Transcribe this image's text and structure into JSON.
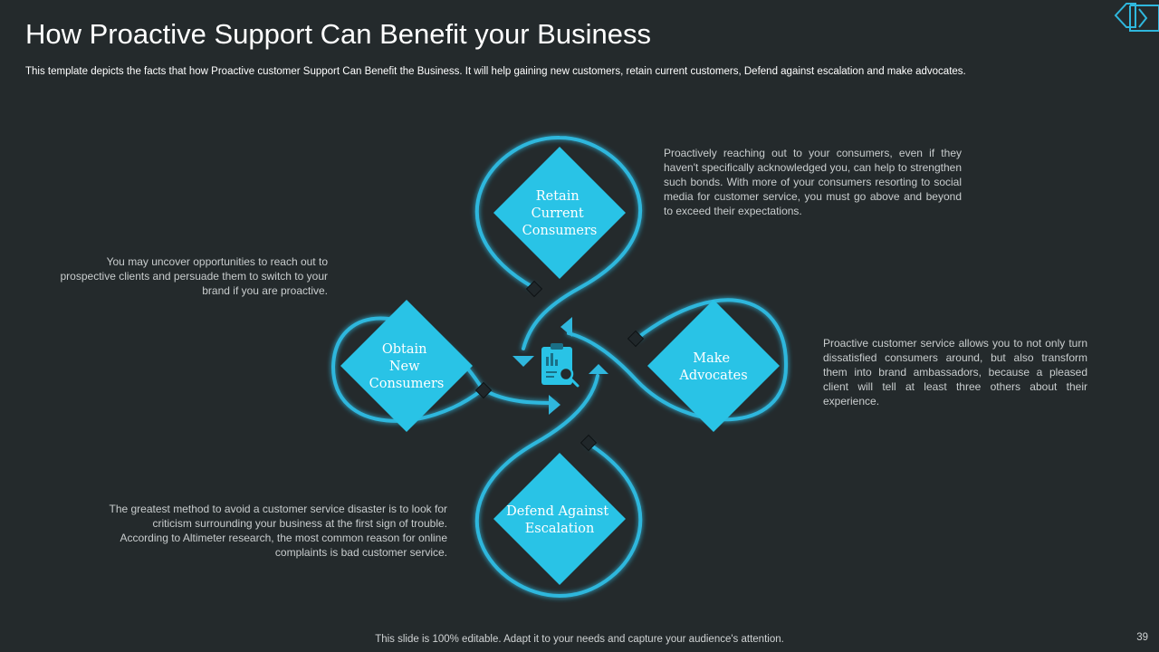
{
  "header": {
    "title": "How Proactive Support Can Benefit your Business",
    "subtitle": "This template depicts the facts that how Proactive customer Support Can Benefit the Business. It will help gaining new customers, retain current customers, Defend against escalation and make advocates."
  },
  "nodes": {
    "retain": {
      "lines": [
        "Retain",
        "Current",
        "Consumers"
      ],
      "desc": "Proactively reaching out to your consumers, even if they haven't specifically acknowledged you, can help to strengthen such bonds. With more of your consumers resorting to social media for customer service, you must go above and beyond to exceed their expectations."
    },
    "obtain": {
      "lines": [
        "Obtain",
        "New",
        "Consumers"
      ],
      "desc": "You may uncover opportunities to reach out to prospective clients and persuade them to switch to your brand if you are proactive."
    },
    "advocates": {
      "lines": [
        "Make",
        "Advocates"
      ],
      "desc": "Proactive customer service allows you to not only turn dissatisfied consumers around, but also transform them into brand ambassadors, because a pleased client will tell at least three others about their experience."
    },
    "defend": {
      "lines": [
        "Defend Against",
        "Escalation"
      ],
      "desc": "The greatest method to avoid a customer service disaster is to look for criticism surrounding your business at the first sign of trouble. According to Altimeter research, the most common reason for online complaints is bad customer service."
    }
  },
  "center_icon": "clipboard-analytics-icon",
  "colors": {
    "accent": "#29c3e6",
    "ring": "#2fb7dd",
    "background": "#242a2c"
  },
  "footer": {
    "note": "This slide is 100% editable. Adapt it to your needs and capture your audience's attention.",
    "page": "39"
  }
}
